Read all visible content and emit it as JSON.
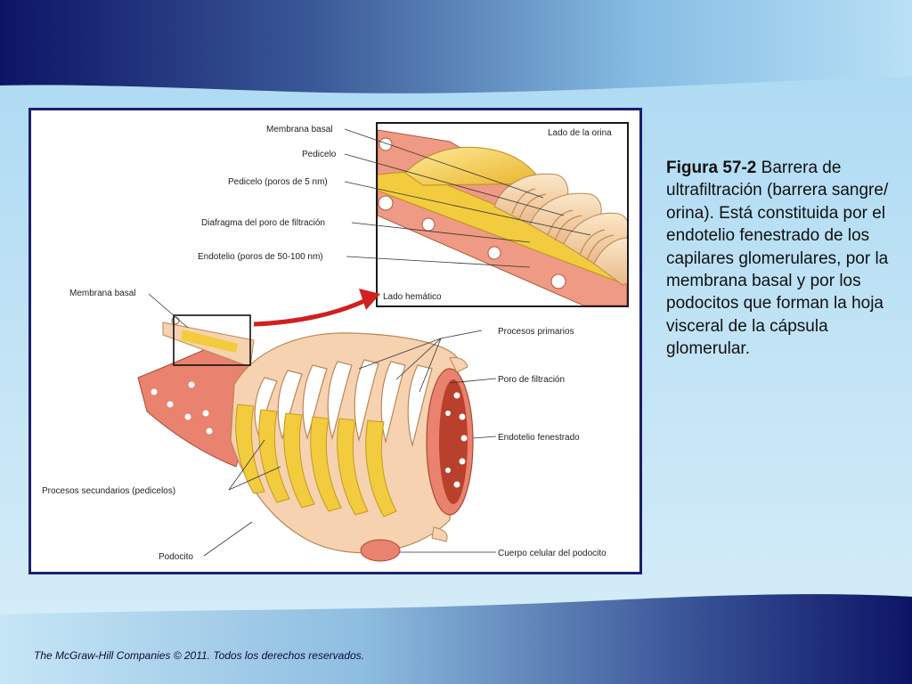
{
  "figure": {
    "labels": {
      "membrana_basal_top": "Membrana basal",
      "pedicelo": "Pedicelo",
      "pedicelo_poros": "Pedicelo (poros de 5 nm)",
      "diafragma": "Diafragma del poro de filtración",
      "endotelio_poros": "Endotelio (poros de 50-100 nm)",
      "membrana_basal_left": "Membrana basal",
      "lado_orina": "Lado de la orina",
      "lado_hematico": "Lado hemático",
      "procesos_primarios": "Procesos primarios",
      "poro_filtracion": "Poro de filtración",
      "endotelio_fenestrado": "Endotelio fenestrado",
      "procesos_secundarios": "Procesos secundarios (pedicelos)",
      "podocito": "Podocito",
      "cuerpo_celular": "Cuerpo celular del podocito"
    }
  },
  "caption": {
    "title": "Figura 57-2",
    "text": " Barrera de ultrafiltración (barrera sangre/ orina). Está constituida por el endotelio fenestrado de los capilares glomerulares, por la membrana basal y por los podocitos que forman la hoja visceral de la cápsula glomerular."
  },
  "footer": "The McGraw-Hill Companies © 2011. Todos los derechos reservados.",
  "colors": {
    "band_dark": "#0d1466",
    "band_light": "#a9d8f2",
    "frame": "#1b1f6e",
    "podocyte": "#f7d2b0",
    "endothelium": "#e9826e",
    "basal_membrane": "#f2cc3e"
  }
}
